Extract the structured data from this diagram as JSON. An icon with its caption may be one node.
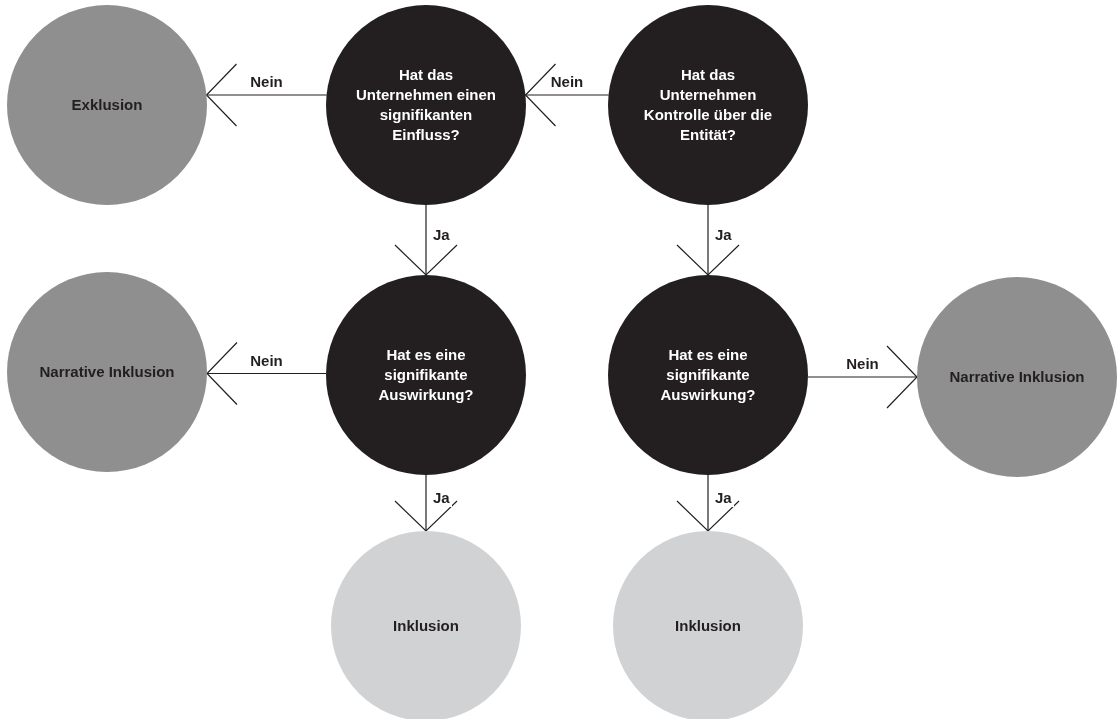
{
  "diagram": {
    "nodes": [
      {
        "text": [
          "Exklusion"
        ]
      },
      {
        "text": [
          "Hat das Unternehmen einen signifikanten Einfluss?"
        ]
      },
      {
        "text": [
          "Hat das Unternehmen Kontrolle über die Entität?"
        ]
      },
      {
        "text": [
          "Narrative Inklusion"
        ]
      },
      {
        "text": [
          "Hat es eine signifikante Auswirkung?"
        ]
      },
      {
        "text": [
          "Hat es eine signifikante Auswirkung?"
        ]
      },
      {
        "text": [
          "Narrative Inklusion"
        ]
      },
      {
        "text": [
          "Inklusion"
        ]
      },
      {
        "text": [
          "Inklusion"
        ]
      }
    ],
    "edges": [
      {
        "from": 2,
        "to": 1,
        "arrow": "to",
        "label": "Nein"
      },
      {
        "from": 1,
        "to": 0,
        "arrow": "to",
        "label": "Nein"
      },
      {
        "from": 1,
        "to": 4,
        "arrow": "to",
        "label": "Ja"
      },
      {
        "from": 2,
        "to": 5,
        "arrow": "to",
        "label": "Ja"
      },
      {
        "from": 4,
        "to": 3,
        "arrow": "to",
        "label": "Nein"
      },
      {
        "from": 4,
        "to": 7,
        "arrow": "to",
        "label": "Ja"
      },
      {
        "from": 5,
        "to": 6,
        "arrow": "to",
        "label": "Nein"
      },
      {
        "from": 5,
        "to": 8,
        "arrow": "to",
        "label": "Ja"
      }
    ]
  }
}
